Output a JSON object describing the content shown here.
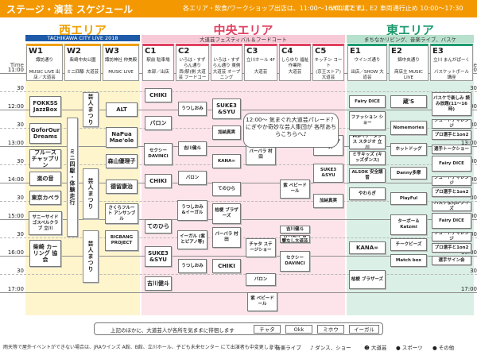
{
  "header": {
    "title": "ステージ・演芸 スケジュール",
    "hours": "各エリア・飲食/ワークショップ出店は、11:00〜16:00頃です。",
    "traffic": "W1, C2, E1, E2 車両通行止め 10:00〜17:30"
  },
  "areas": {
    "west": {
      "title": "西エリア",
      "subtitle": "TACHIKAWA CITY LIVE 2018"
    },
    "central": {
      "title": "中央エリア",
      "subtitle": "大道芸フェスティバル＆フードコート"
    },
    "east": {
      "title": "東エリア",
      "subtitle": "まちなかリビング、音楽ライブ、バスケ"
    }
  },
  "time_header": "Time",
  "times": [
    "11:00",
    "30",
    "12:00",
    "30",
    "13:00",
    "30",
    "14:00",
    "30",
    "15:00",
    "30",
    "16:00",
    "30",
    "17:00"
  ],
  "stages": [
    {
      "code": "W1",
      "name": "諏訪通り",
      "note": "MUSIC LIVE 出店／大道芸"
    },
    {
      "code": "W2",
      "name": "柴崎中央公園",
      "note": "ミニ四駆 大道芸"
    },
    {
      "code": "W3",
      "name": "諏訪神社 仲美殿",
      "note": "MUSIC LIVE"
    },
    {
      "code": "C1",
      "name": "駅前 駐車場",
      "note": "本部／出店"
    },
    {
      "code": "C2",
      "name": "いろは・すずらん通り",
      "note": "西(駅)側 大道芸 フードコート"
    },
    {
      "code": "",
      "name": "いろは・すずらん通り 東側",
      "note": "大道芸 オープニング"
    },
    {
      "code": "C3",
      "name": "立川ホール 4F",
      "note": "大道芸"
    },
    {
      "code": "C4",
      "name": "しらゆり 福祉作業所",
      "note": "大道芸"
    },
    {
      "code": "C5",
      "name": "キッチン コート",
      "note": "(京王ストア) 大道芸"
    },
    {
      "code": "E1",
      "name": "ウインズ通り",
      "note": "出店／SHOW 大道芸"
    },
    {
      "code": "E2",
      "name": "錦中央通り",
      "note": "商店主 MUSIC LIVE"
    },
    {
      "code": "E3",
      "name": "立川 まんがぱーく",
      "note": "バスケットボール 講座"
    }
  ],
  "slots": {
    "w1": [
      "FOKKSS JazzBox",
      "GoforOur Dreams",
      "ブルース チャップリン",
      "楽の音",
      "東京カペラ",
      "サニーサイド ゴスペルクラブ 立川",
      "柴崎 カーリング 協会"
    ],
    "w2": [
      "芸人まつり",
      "ミニ四駆・体験走行",
      "芸人まつり",
      "芸人まつり"
    ],
    "w3": [
      "ALT",
      "NaPua Mae'ole",
      "森山優理子",
      "德留康治",
      "さくらフルート アンサンブル",
      "BIGBANG PROJECT"
    ],
    "c1": [
      "CHIKI",
      "バロン",
      "セクシー DAVINCI",
      "CHIKI",
      "てのひら",
      "SUKE3 &SYU",
      "吉川健斗"
    ],
    "c2": [
      "うつしおみ",
      "吉川健斗",
      "バロン",
      "うつしおみ &イーガル",
      "イーガル (紫とピアノ等)",
      "うつしおみ"
    ],
    "c2e": [
      "SUKE3 &SYU",
      "加納真実",
      "KANA∞",
      "てのひら",
      "桔梗 ブラザーズ",
      "バーバラ 村田",
      "CHIKI"
    ],
    "c3": [
      "バーバラ 村田",
      "チャタ ステージショー",
      "バロン"
    ],
    "c4": [
      "紫 ベビードール",
      "吉川健斗",
      "吉川健斗 音響なし大道芸",
      "セクシー DAVINCI",
      "紫 ベビードール"
    ],
    "c5": [
      "桔梗 ブラザーズ",
      "SUKE3 &SYU",
      "加納真実"
    ],
    "e1": [
      "Fairy DICE",
      "ファッション ショー",
      "MSベリーダンス スタジオ 立川",
      "ミサキッズ (キッズダンス)",
      "ALSOK 安全講習",
      "やわらぎ",
      "KANA∞",
      "桔梗 ブラザーズ"
    ],
    "e2": [
      "蔵'S",
      "Nomemories",
      "ホットドッグ",
      "Danny多摩",
      "PlayFul",
      "ターボー＆ Katzmi",
      "チークビーズ",
      "Match box"
    ],
    "e3": [
      "バスケで楽しみ 読み放題(11〜16時)",
      "シュートチャレンジ",
      "プロ選手と1on2",
      "選手トークショー",
      "Fairy DICE",
      "シュートチャレンジ",
      "プロ選手と1on2",
      "バスケまんがクイズ",
      "Fairy DICE",
      "シュートチャレンジ",
      "プロ選手と1on2",
      "選手サイン会"
    ]
  },
  "bubble": "12:00〜 気まぐれ大道芸パレード？ にぎやか奇妙な芸人集団が 各所あちらこちらへ♪",
  "footer": {
    "text": "上記のほかに、大道芸人が各所を気ままに徘徊します",
    "chips": [
      "チャタ",
      "Okk",
      "ミホウ",
      "イーガル"
    ]
  },
  "legend": [
    "音楽ライブ",
    "ダンス、ショー",
    "大道芸",
    "スポーツ",
    "その他"
  ],
  "note": "雨天等で屋外イベントができない場合は、JRAウインズ A館、B館、立川ホール、子ども未来センター にて出演者も中変更します。"
}
